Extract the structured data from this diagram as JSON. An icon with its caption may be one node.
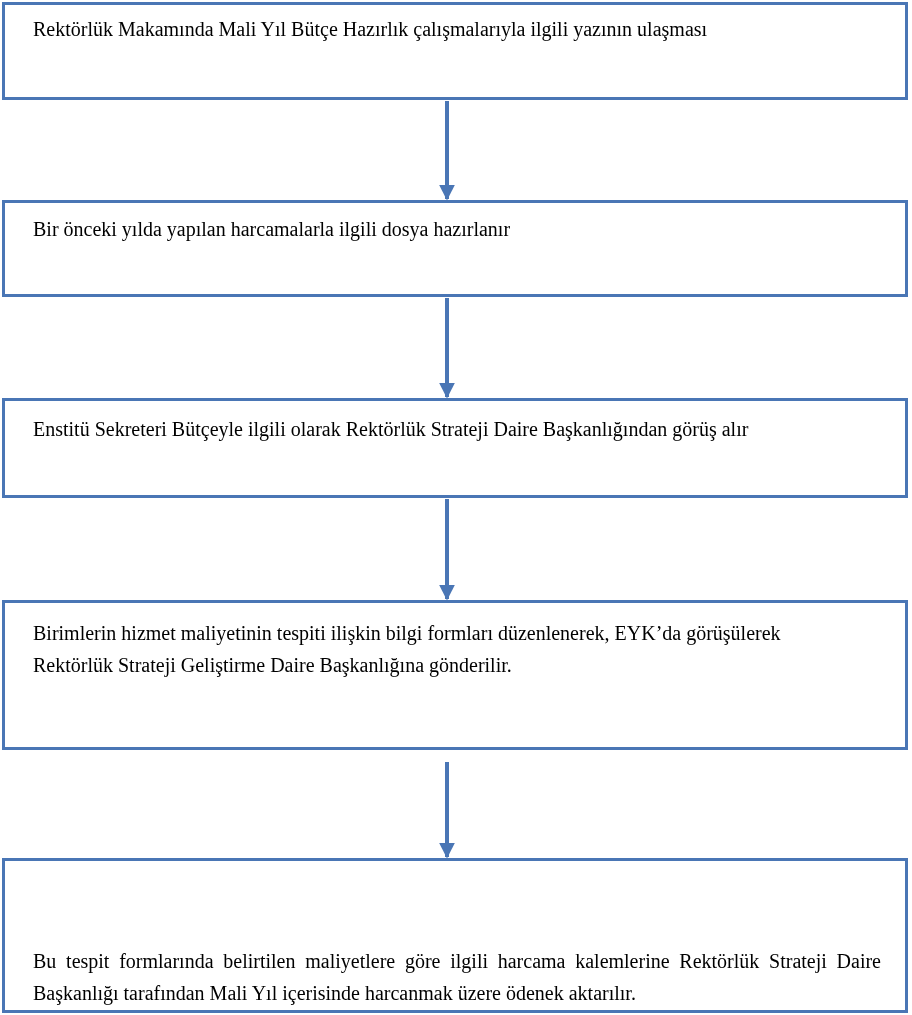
{
  "diagram": {
    "nodes": [
      {
        "text": [
          "Rektörlük Makamında Mali Yıl Bütçe Hazırlık çalışmalarıyla ilgili yazının ulaşması"
        ]
      },
      {
        "text": [
          "Bir önceki yılda yapılan harcamalarla ilgili dosya hazırlanır"
        ]
      },
      {
        "text": [
          "Enstitü Sekreteri Bütçeyle ilgili olarak Rektörlük Strateji Daire Başkanlığından görüş alır"
        ]
      },
      {
        "text": [
          "Birimlerin hizmet maliyetinin tespiti ilişkin bilgi formları düzenlenerek, EYK’da görüşülerek Rektörlük Strateji Geliştirme Daire Başkanlığına gönderilir."
        ]
      },
      {
        "text": [
          "Bu tespit formlarında belirtilen maliyetlere göre ilgili harcama kalemlerine Rektörlük Strateji Daire Başkanlığı tarafından Mali Yıl içerisinde harcanmak üzere ödenek aktarılır."
        ]
      }
    ],
    "edges": [
      {
        "from": 0,
        "to": 1,
        "arrow": "to"
      },
      {
        "from": 1,
        "to": 2,
        "arrow": "to"
      },
      {
        "from": 2,
        "to": 3,
        "arrow": "to"
      },
      {
        "from": 3,
        "to": 4,
        "arrow": "to"
      }
    ]
  }
}
